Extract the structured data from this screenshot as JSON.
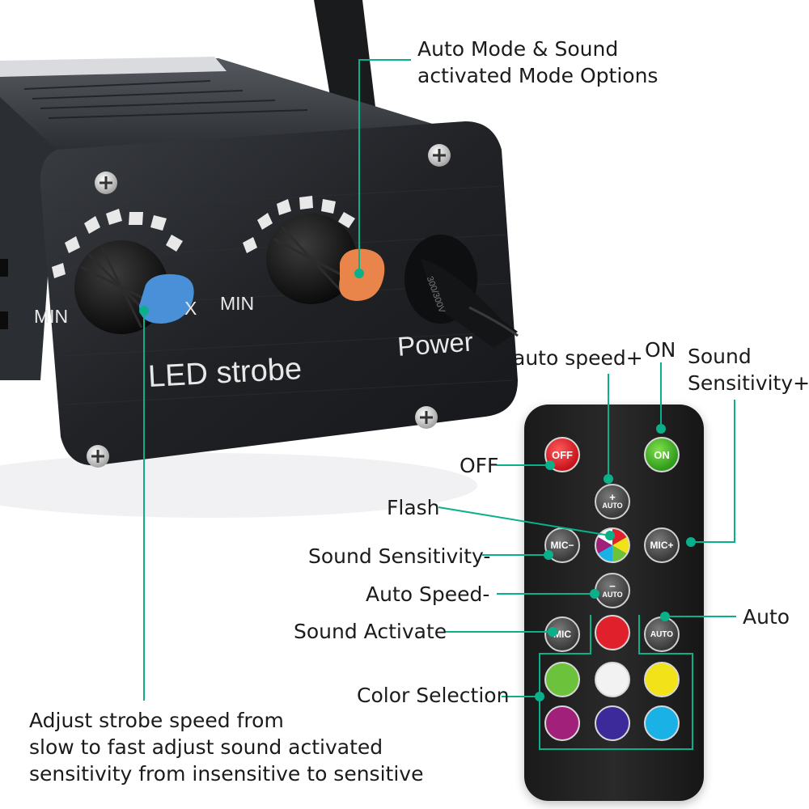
{
  "callouts": {
    "auto_mode": [
      "Auto Mode & Sound",
      "activated Mode Options"
    ],
    "adjust_strobe": [
      "Adjust strobe speed from",
      "slow to fast adjust sound activated",
      "sensitivity from insensitive to sensitive"
    ],
    "auto_speed_plus": "auto speed+",
    "on": "ON",
    "sound_sensitivity_plus": [
      "Sound",
      "Sensitivity+"
    ],
    "off": "OFF",
    "flash": "Flash",
    "sound_sensitivity_minus": "Sound Sensitivity-",
    "auto_speed_minus": "Auto Speed-",
    "sound_activate": "Sound Activate",
    "auto": "Auto",
    "color_selection": "Color Selection"
  },
  "device": {
    "min_left": "MIN",
    "max_left": "X",
    "min_right": "MIN",
    "led_strobe": "LED strobe",
    "power": "Power",
    "cable_mark": "300/300V"
  },
  "remote": {
    "off_label": "OFF",
    "on_label": "ON",
    "auto_plus_sign": "+",
    "auto_plus_label": "AUTO",
    "mic_minus_label": "MIC−",
    "mic_plus_label": "MIC+",
    "auto_minus_sign": "−",
    "auto_minus_label": "AUTO",
    "mic_label": "MIC",
    "auto_label": "AUTO"
  },
  "colors": {
    "accent": "#0ab08a",
    "remote_red": "#e0202a",
    "remote_white": "#f2f2f2",
    "remote_green": "#6cc23a",
    "remote_yellow": "#f2e21a",
    "remote_magenta": "#a0207a",
    "remote_indigo": "#3c2a9a",
    "remote_cyan": "#1ab2e6",
    "knob_blue": "#4a90d9",
    "knob_orange": "#e9854a"
  }
}
